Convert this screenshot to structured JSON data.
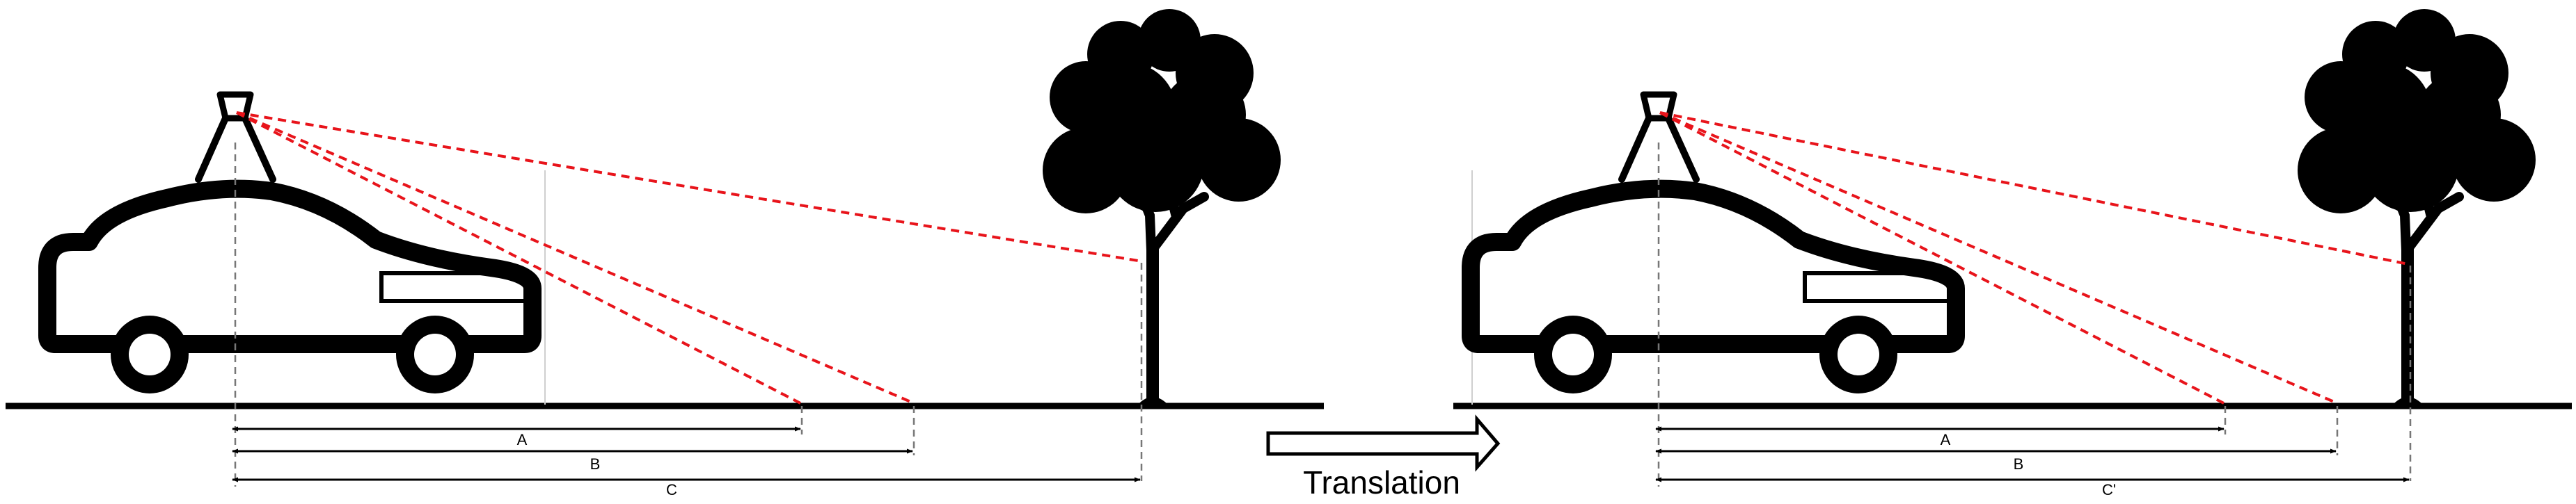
{
  "scenes": [
    {
      "id": "before",
      "labels": {
        "a": "A",
        "b": "B",
        "c": "C"
      }
    },
    {
      "id": "after",
      "labels": {
        "a": "A",
        "b": "B",
        "c": "C'"
      }
    }
  ],
  "transition": {
    "label": "Translation"
  },
  "colors": {
    "ink": "#000000",
    "rays": "#e8141b",
    "guide": "#666666"
  },
  "icons": [
    "car-icon",
    "lidar-sensor-icon",
    "tree-icon",
    "arrow-right-icon"
  ]
}
